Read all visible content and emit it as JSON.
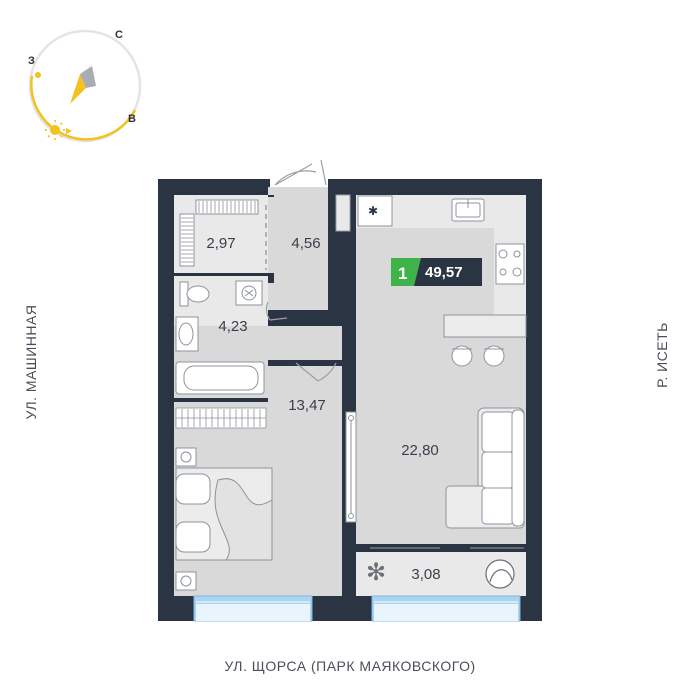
{
  "compass": {
    "north": "С",
    "west": "З",
    "east": "В"
  },
  "streets": {
    "bottom": "УЛ. ЩОРСА (ПАРК МАЯКОВСКОГО)",
    "left": "УЛ. МАШИННАЯ",
    "right": "Р. ИСЕТЬ"
  },
  "badge": {
    "rooms": "1",
    "total_area": "49,57"
  },
  "rooms": {
    "storage": "2,97",
    "hall": "4,56",
    "bathroom": "4,23",
    "bedroom": "13,47",
    "living": "22,80",
    "balcony": "3,08"
  },
  "colors": {
    "wall": "#2b3442",
    "floor": "#d9d9d9",
    "light_floor": "#e9e9e9",
    "badge_green": "#3fb34a",
    "badge_dark": "#2b3442",
    "sun": "#f3c21f",
    "window": "#a9d4f2"
  }
}
